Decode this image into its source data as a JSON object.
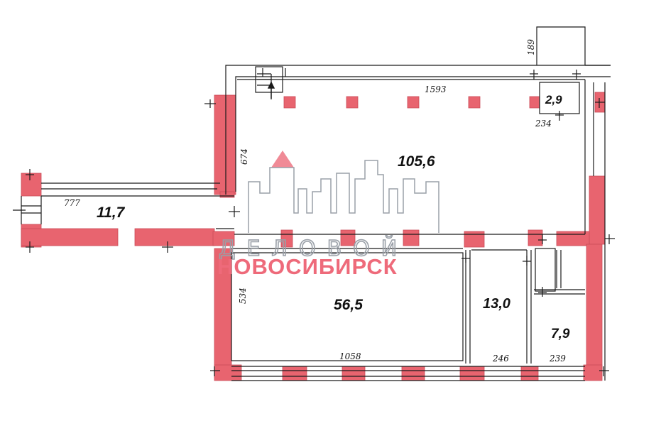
{
  "rooms": [
    {
      "id": "main-hall",
      "area": "105,6"
    },
    {
      "id": "corridor",
      "area": "11,7"
    },
    {
      "id": "office-large",
      "area": "56,5"
    },
    {
      "id": "office-medium",
      "area": "13,0"
    },
    {
      "id": "office-small",
      "area": "7,9"
    },
    {
      "id": "closet",
      "area": "2,9"
    }
  ],
  "dimensions": {
    "top_length": "1593",
    "hall_height": "674",
    "stair_offset": "189",
    "closet_width": "234",
    "corridor_length": "777",
    "office_large_height": "534",
    "office_large_width": "1058",
    "office_medium_width": "246",
    "office_small_width": "239"
  },
  "watermark": {
    "line1": "ДЕЛОВОЙ",
    "line2": "НОВОСИБИРСК"
  },
  "colors": {
    "wall": "#e8646f",
    "wall_dark": "#c94b57",
    "line": "#1a1a1a",
    "watermark_red": "#ee6a7a",
    "watermark_gray": "#9aa0a8"
  }
}
